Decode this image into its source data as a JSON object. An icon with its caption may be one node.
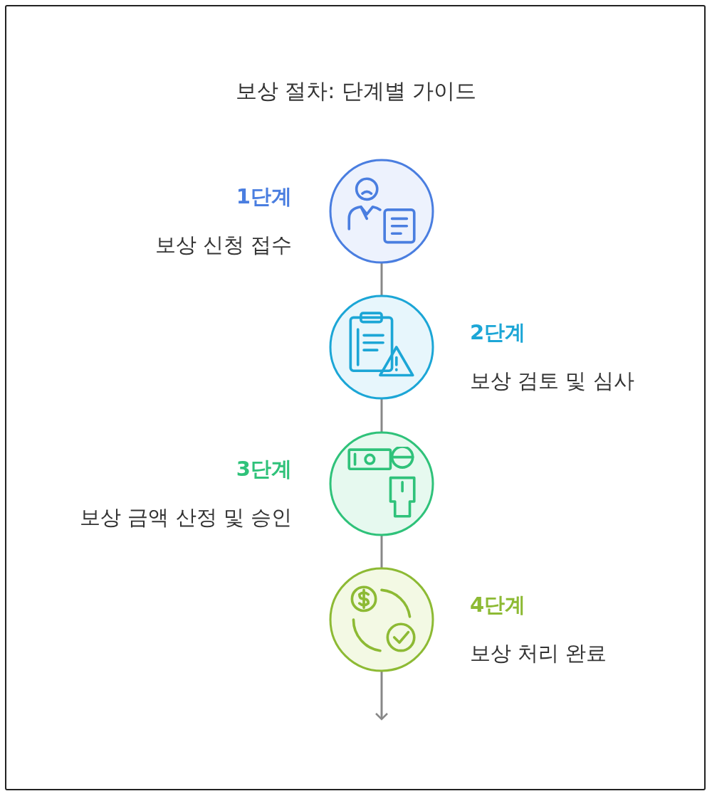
{
  "diagram": {
    "title": "보상 절차: 단계별 가이드",
    "nodes": [
      {
        "text": [],
        "shape": "circle",
        "beside": [
          "1단계",
          "보상 신청 접수"
        ]
      },
      {
        "text": [],
        "shape": "circle",
        "beside": [
          "2단계",
          "보상 검토 및 심사"
        ]
      },
      {
        "text": [],
        "shape": "circle",
        "beside": [
          "3단계",
          "보상 금액 산정 및 승인"
        ]
      },
      {
        "text": [],
        "shape": "circle",
        "beside": [
          "4단계",
          "보상 처리 완료"
        ]
      }
    ],
    "edges": [
      {
        "from": 0,
        "to": 1,
        "arrow": "none"
      },
      {
        "from": 1,
        "to": 2,
        "arrow": "none"
      },
      {
        "from": 2,
        "to": 3,
        "arrow": "none"
      },
      {
        "from": 3,
        "to": null,
        "arrow": "to"
      }
    ]
  }
}
